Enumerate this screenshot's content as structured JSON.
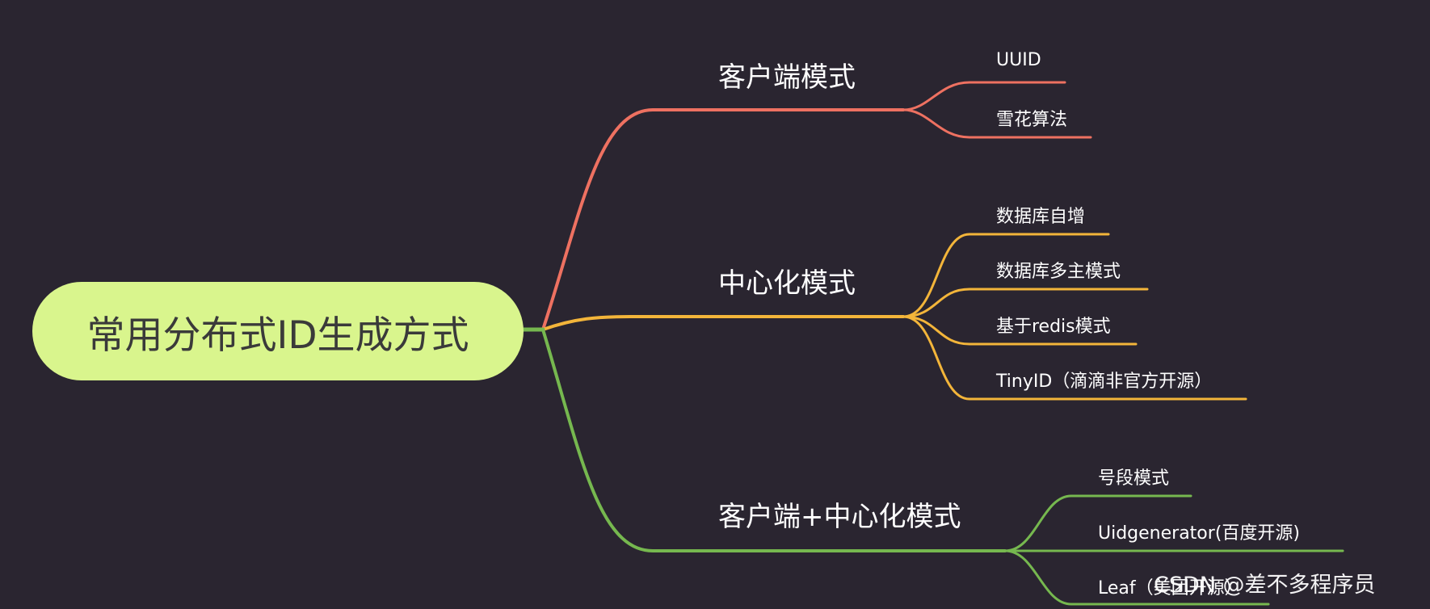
{
  "root": {
    "label": "常用分布式ID生成方式",
    "fill": "#d9f58d"
  },
  "branches": [
    {
      "label": "客户端模式",
      "color": "#ee7161",
      "leaves": [
        "UUID",
        "雪花算法"
      ]
    },
    {
      "label": "中心化模式",
      "color": "#f3b53a",
      "leaves": [
        "数据库自增",
        "数据库多主模式",
        "基于redis模式",
        "TinyID（滴滴非官方开源）"
      ]
    },
    {
      "label": "客户端+中心化模式",
      "color": "#76b84f",
      "leaves": [
        "号段模式",
        "Uidgenerator(百度开源)",
        "Leaf（美团开源）"
      ]
    }
  ],
  "watermark": "CSDN @差不多程序员"
}
